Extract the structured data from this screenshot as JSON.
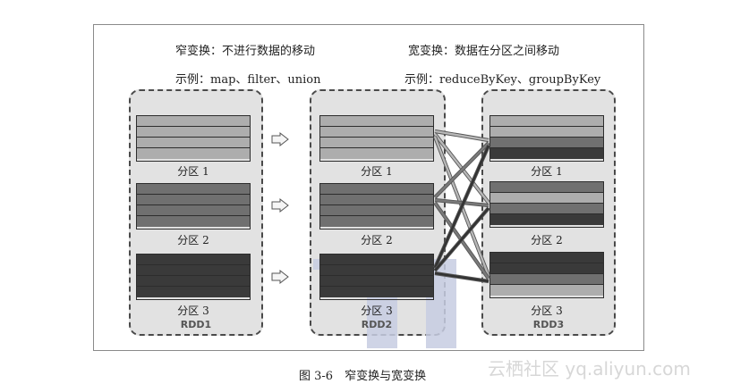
{
  "narrow": {
    "title": "窄变换：不进行数据的移动",
    "example": "示例：map、filter、union"
  },
  "wide": {
    "title": "宽变换：数据在分区之间移动",
    "example": "示例：reduceByKey、groupByKey"
  },
  "rdds": [
    {
      "name": "RDD1",
      "partitions": [
        {
          "label": "分区 1",
          "rows": [
            "#adadad",
            "#adadad",
            "#adadad",
            "#adadad"
          ]
        },
        {
          "label": "分区 2",
          "rows": [
            "#707070",
            "#707070",
            "#707070",
            "#707070"
          ]
        },
        {
          "label": "分区 3",
          "rows": [
            "#3a3a3a",
            "#3a3a3a",
            "#3a3a3a",
            "#3a3a3a"
          ]
        }
      ]
    },
    {
      "name": "RDD2",
      "partitions": [
        {
          "label": "分区 1",
          "rows": [
            "#adadad",
            "#adadad",
            "#adadad",
            "#adadad"
          ]
        },
        {
          "label": "分区 2",
          "rows": [
            "#707070",
            "#707070",
            "#707070",
            "#707070"
          ]
        },
        {
          "label": "分区 3",
          "rows": [
            "#3a3a3a",
            "#3a3a3a",
            "#3a3a3a",
            "#3a3a3a"
          ]
        }
      ]
    },
    {
      "name": "RDD3",
      "partitions": [
        {
          "label": "分区 1",
          "rows": [
            "#adadad",
            "#adadad",
            "#707070",
            "#3a3a3a"
          ]
        },
        {
          "label": "分区 2",
          "rows": [
            "#707070",
            "#adadad",
            "#707070",
            "#3a3a3a"
          ]
        },
        {
          "label": "分区 3",
          "rows": [
            "#3a3a3a",
            "#3a3a3a",
            "#707070",
            "#adadad"
          ]
        }
      ]
    }
  ],
  "caption": "图 3-6　窄变换与宽变换",
  "watermark": "云栖社区 yq.aliyun.com"
}
